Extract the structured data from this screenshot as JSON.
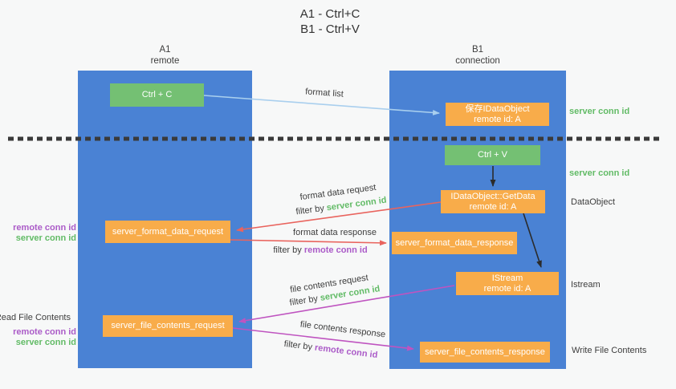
{
  "title": {
    "line1": "A1 - Ctrl+C",
    "line2": "B1 - Ctrl+V"
  },
  "lanes": {
    "a": {
      "name": "A1",
      "subtitle": "remote"
    },
    "b": {
      "name": "B1",
      "subtitle": "connection"
    }
  },
  "nodes": {
    "ctrl_c": {
      "label": "Ctrl + C"
    },
    "ctrl_v": {
      "label": "Ctrl + V"
    },
    "save_idataobject": {
      "line1": "保存IDataObject",
      "line2": "remote id: A"
    },
    "getdata": {
      "line1": "IDataObject::GetData",
      "line2": "remote id: A"
    },
    "istream": {
      "line1": "IStream",
      "line2": "remote id: A"
    },
    "server_format_data_request": {
      "label": "server_format_data_request"
    },
    "server_format_data_response": {
      "label": "server_format_data_response"
    },
    "server_file_contents_request": {
      "label": "server_file_contents_request"
    },
    "server_file_contents_response": {
      "label": "server_file_contents_response"
    }
  },
  "arrow_labels": {
    "format_list": "format list",
    "format_data_request": "format data request",
    "format_data_response": "format data response",
    "file_contents_request": "file contents request",
    "file_contents_response": "file contents response",
    "filter_by": "filter by",
    "server_conn_id": "server conn id",
    "remote_conn_id": "remote conn id"
  },
  "side_labels": {
    "left": {
      "remote_conn_id_1": "remote conn id",
      "server_conn_id_1": "server conn id",
      "read_file_contents": "Read File Contents",
      "remote_conn_id_2": "remote conn id",
      "server_conn_id_2": "server conn id"
    },
    "right": {
      "server_conn_id_1": "server conn id",
      "server_conn_id_2": "server conn id",
      "dataobject": "DataObject",
      "istream": "Istream",
      "write_file_contents": "Write File Contents"
    }
  },
  "colors": {
    "lane_blue": "#4a82d4",
    "node_orange": "#f8ac4a",
    "node_green": "#74c073",
    "arrow_red": "#e9645e",
    "arrow_magenta": "#bf54c0",
    "arrow_lightblue": "#a9cfee",
    "arrow_black": "#2b2b2b",
    "dotted_line": "#3a3a3a",
    "text_green": "#62bb66",
    "text_purple": "#ab5bc8",
    "text_dark": "#3d3d3d"
  }
}
